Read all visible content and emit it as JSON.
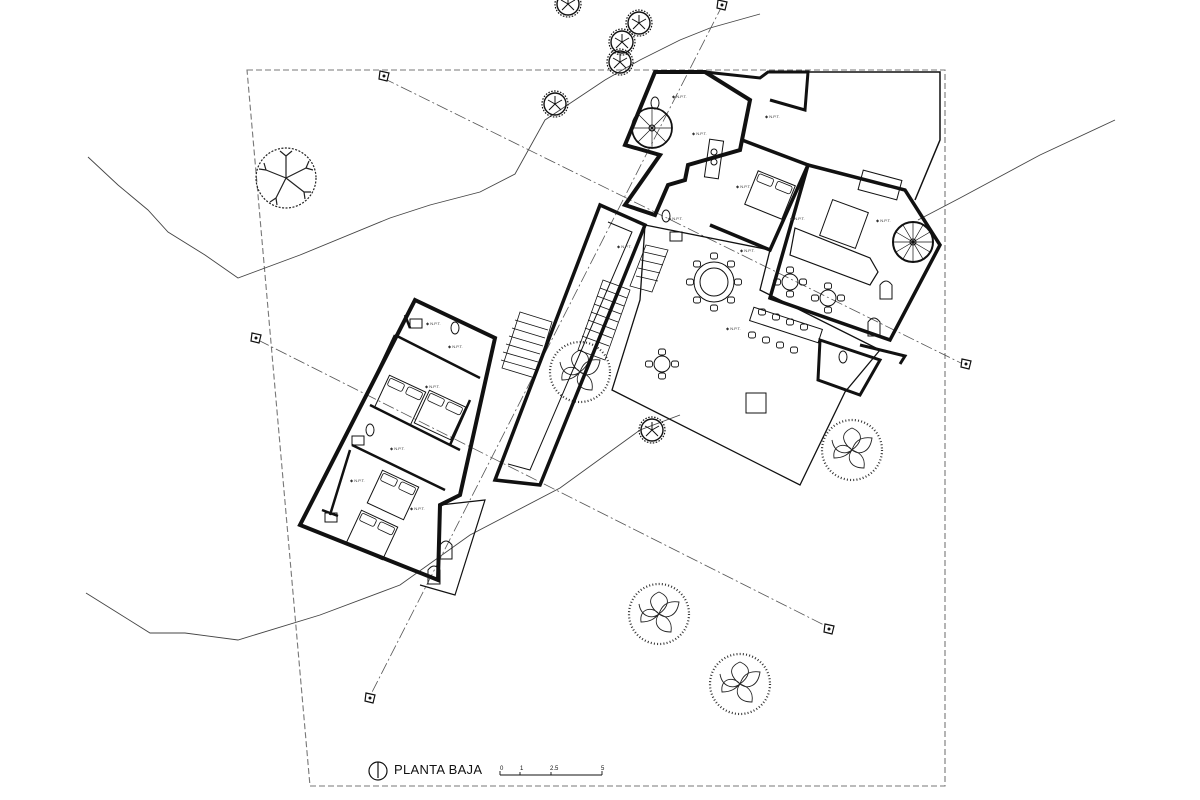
{
  "title": "PLANTA BAJA",
  "scale": {
    "labels": [
      "0",
      "1",
      "2.5",
      "5"
    ]
  },
  "level_mark": "N.P.T."
}
